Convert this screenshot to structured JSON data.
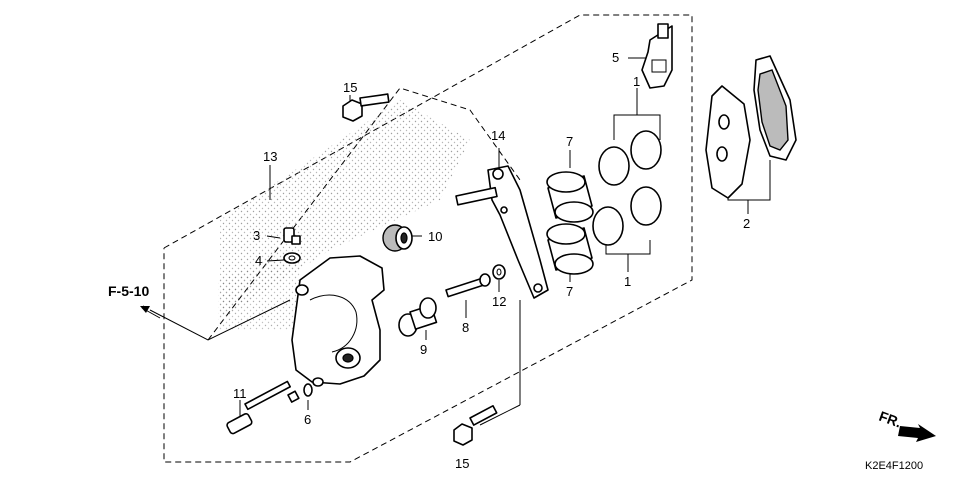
{
  "diagram": {
    "labels": {
      "l1_top": "1",
      "l1_bottom": "1",
      "l2": "2",
      "l3": "3",
      "l4": "4",
      "l5": "5",
      "l6": "6",
      "l7_top": "7",
      "l7_bottom": "7",
      "l8": "8",
      "l9": "9",
      "l10": "10",
      "l11": "11",
      "l12": "12",
      "l13": "13",
      "l14": "14",
      "l15_top": "15",
      "l15_bottom": "15"
    },
    "reference": "F-5-10",
    "front_marker": "FR.",
    "diagram_code": "K2E4F1200"
  }
}
